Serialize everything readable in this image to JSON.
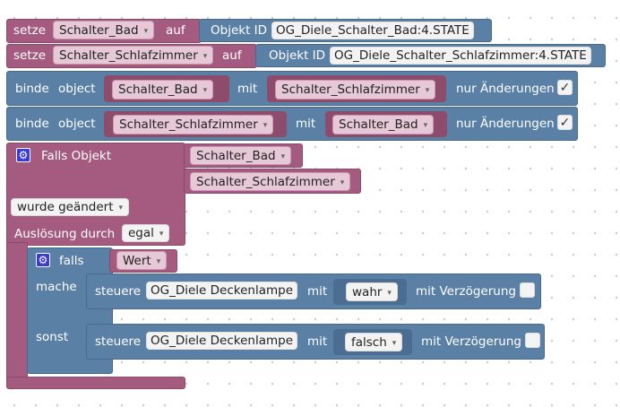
{
  "set1": {
    "setze": "setze",
    "var": "Schalter_Bad",
    "auf": "auf",
    "objekt_label": "Objekt ID",
    "objekt_value": "OG_Diele_Schalter_Bad:4.STATE"
  },
  "set2": {
    "setze": "setze",
    "var": "Schalter_Schlafzimmer",
    "auf": "auf",
    "objekt_label": "Objekt ID",
    "objekt_value": "OG_Diele_Schalter_Schlafzimmer:4.STATE"
  },
  "bind1": {
    "binde": "binde",
    "object": "object",
    "var1": "Schalter_Bad",
    "mit": "mit",
    "var2": "Schalter_Schlafzimmer",
    "nur": "nur Änderungen",
    "checked": "✓"
  },
  "bind2": {
    "binde": "binde",
    "object": "object",
    "var1": "Schalter_Schlafzimmer",
    "mit": "mit",
    "var2": "Schalter_Bad",
    "nur": "nur Änderungen",
    "checked": "✓"
  },
  "trigger": {
    "falls_objekt": "Falls Objekt",
    "objects": [
      "Schalter_Bad",
      "Schalter_Schlafzimmer"
    ],
    "wurde": "wurde geändert",
    "ausloesung": "Auslösung durch",
    "ausloesung_value": "egal"
  },
  "if_block": {
    "falls": "falls",
    "condition": "Wert",
    "mache": "mache",
    "sonst": "sonst",
    "then": {
      "steuere": "steuere",
      "target": "OG_Diele Deckenlampe",
      "mit": "mit",
      "value": "wahr",
      "verz": "mit Verzögerung"
    },
    "else": {
      "steuere": "steuere",
      "target": "OG_Diele Deckenlampe",
      "mit": "mit",
      "value": "falsch",
      "verz": "mit Verzögerung"
    }
  },
  "arrow": "▾",
  "colors": {
    "variable": "#a55b80",
    "object": "#5b80a5",
    "gear": "#3a3ad8"
  }
}
